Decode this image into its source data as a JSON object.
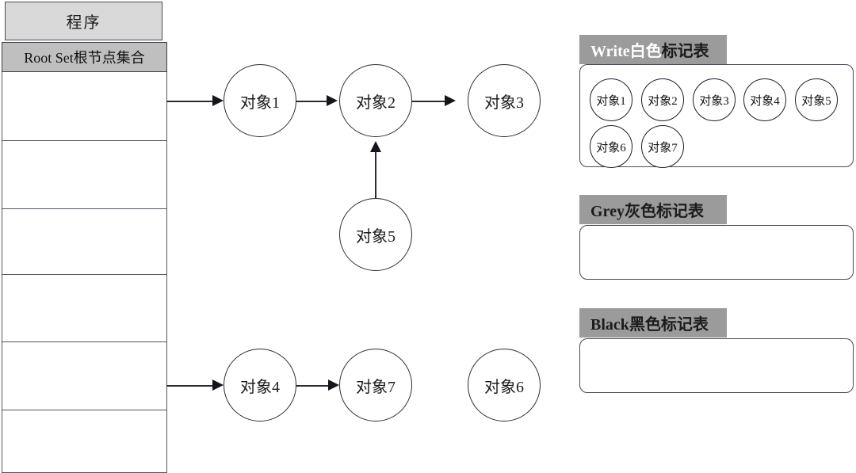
{
  "program_table": {
    "title": "程序",
    "root_set_label": "Root Set根节点集合",
    "slots": [
      {
        "label": ""
      },
      {
        "label": ""
      },
      {
        "label": ""
      },
      {
        "label": ""
      },
      {
        "label": ""
      },
      {
        "label": ""
      }
    ]
  },
  "graph": {
    "nodes": [
      {
        "id": "obj1",
        "label": "对象1"
      },
      {
        "id": "obj2",
        "label": "对象2"
      },
      {
        "id": "obj3",
        "label": "对象3"
      },
      {
        "id": "obj5",
        "label": "对象5"
      },
      {
        "id": "obj4",
        "label": "对象4"
      },
      {
        "id": "obj7",
        "label": "对象7"
      },
      {
        "id": "obj6",
        "label": "对象6"
      }
    ],
    "edges": [
      {
        "from": "root-set",
        "to": "obj1"
      },
      {
        "from": "obj1",
        "to": "obj2"
      },
      {
        "from": "obj2",
        "to": "obj3"
      },
      {
        "from": "obj5",
        "to": "obj2"
      },
      {
        "from": "root-set",
        "to": "obj4"
      },
      {
        "from": "obj4",
        "to": "obj7"
      }
    ]
  },
  "mark_tables": [
    {
      "id": "white",
      "head_white": "Write白色",
      "head_dark": "标记表",
      "items": [
        "对象1",
        "对象2",
        "对象3",
        "对象4",
        "对象5",
        "对象6",
        "对象7"
      ]
    },
    {
      "id": "grey",
      "head_white": "",
      "head_dark": "Grey灰色标记表",
      "items": []
    },
    {
      "id": "black",
      "head_white": "",
      "head_dark": "Black黑色标记表",
      "items": []
    }
  ],
  "colors": {
    "header_light_gray": "#d9d9d9",
    "header_mid_gray": "#bfbfbf",
    "mark_head_gray": "#9b9b9b",
    "stroke": "#2b2b33",
    "background": "#ffffff"
  }
}
